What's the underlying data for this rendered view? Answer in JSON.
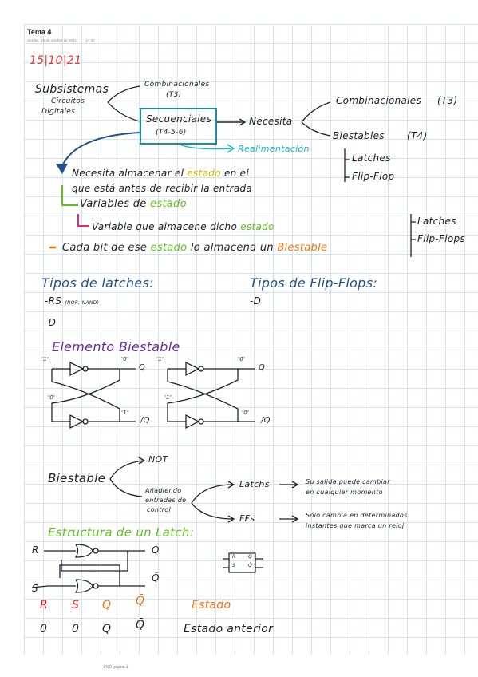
{
  "header": {
    "title": "Tema 4",
    "date": "viernes, 15 de octubre de 2021",
    "time": "17:33"
  },
  "notes": {
    "date": "15|10|21",
    "subsistemas": "Subsistemas",
    "circuitos": "Circuitos",
    "digitales": "Digitales",
    "comb_small": "Combinacionales",
    "t3_small": "(T3)",
    "secuenciales": "Secuenciales",
    "t456": "(T4-5-6)",
    "necesita": "Necesita",
    "combinacionales": "Combinacionales",
    "t3": "(T3)",
    "biestables": "Biestables",
    "t4": "(T4)",
    "latches": "Latches",
    "flipflop": "Flip-Flop",
    "realimentacion": "Realimentación",
    "necesita_line_a": "Necesita almacenar el",
    "estado": "estado",
    "necesita_line_b": "en el",
    "que_esta": "que está antes de recibir la entrada",
    "variables_de": "Variables de",
    "variable_que": "Variable que almacene dicho",
    "cada_bit": "Cada bit de ese",
    "lo_almacena": "lo almacena un",
    "biestable_word": "Biestable",
    "latches2": "Latches",
    "flipflops2": "Flip-Flops",
    "tipos_latches": "Tipos de latches:",
    "rs": "-RS",
    "nor_nand": "(NOR, NAND)",
    "d_latch": "-D",
    "tipos_ff": "Tipos de Flip-Flops:",
    "d_ff": "-D",
    "elemento_biestable": "Elemento Biestable",
    "one_a": "'1'",
    "zero_a": "'0'",
    "q_a": "Q",
    "zero_b": "'0'",
    "one_b": "'1'",
    "nq_a": "/Q",
    "one_c": "'1'",
    "zero_c": "'0'",
    "q_b": "Q",
    "one_d": "'1'",
    "zero_d": "'0'",
    "nq_b": "/Q",
    "biestable": "Biestable",
    "not": "NOT",
    "anadiendo": "Añadiendo",
    "entradas_de": "entradas de",
    "control": "control",
    "latchs": "Latchs",
    "ffs": "FFs",
    "su_salida": "Su salida puede cambiar",
    "en_cualquier": "en cualquier momento",
    "solo_cambia": "Sólo cambia en determinados",
    "instantes": "instantes que marca un reloj",
    "estructura": "Estructura de un Latch:",
    "r_in": "R",
    "s_in": "S",
    "q_out": "Q",
    "nq_out": "Q̄",
    "box_r": "R",
    "box_s": "S",
    "box_q": "Q",
    "box_nq": "Q̄",
    "col_r": "R",
    "col_s": "S",
    "col_q": "Q",
    "col_nq": "Q̄",
    "estado_hdr": "Estado",
    "row1": [
      "0",
      "0",
      "Q",
      "Q̄"
    ],
    "estado_anterior": "Estado anterior"
  },
  "footer": "FSD página 1"
}
